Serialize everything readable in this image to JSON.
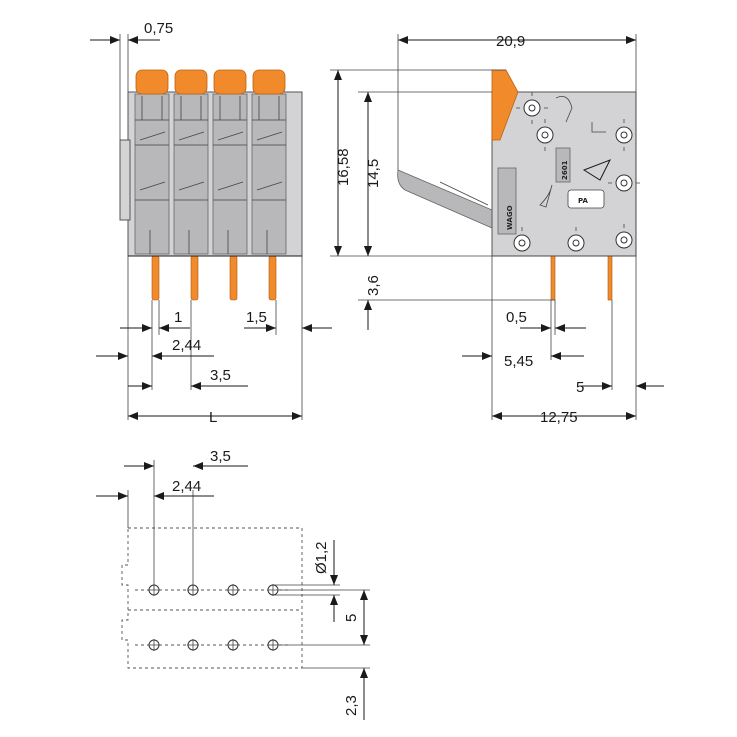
{
  "dimensions": {
    "top_left_gap": "0,75",
    "top_width": "20,9",
    "height_total": "16,58",
    "height_body": "14,5",
    "pin_length": "3,6",
    "pin_width": "1",
    "pin_side_gap": "1,5",
    "pin_offset_front": "2,44",
    "pin_pitch_front": "3,5",
    "overall_length": "L",
    "pin_thickness_side": "0,5",
    "pin_offset_side": "5,45",
    "pin_spacing_side": "5",
    "side_depth": "12,75",
    "footprint_pitch": "3,5",
    "footprint_offset": "2,44",
    "hole_diameter": "Ø1,2",
    "row_spacing": "5",
    "edge_offset": "2,3"
  },
  "markings": {
    "brand": "WAGO",
    "series": "2601",
    "material": "PA"
  }
}
